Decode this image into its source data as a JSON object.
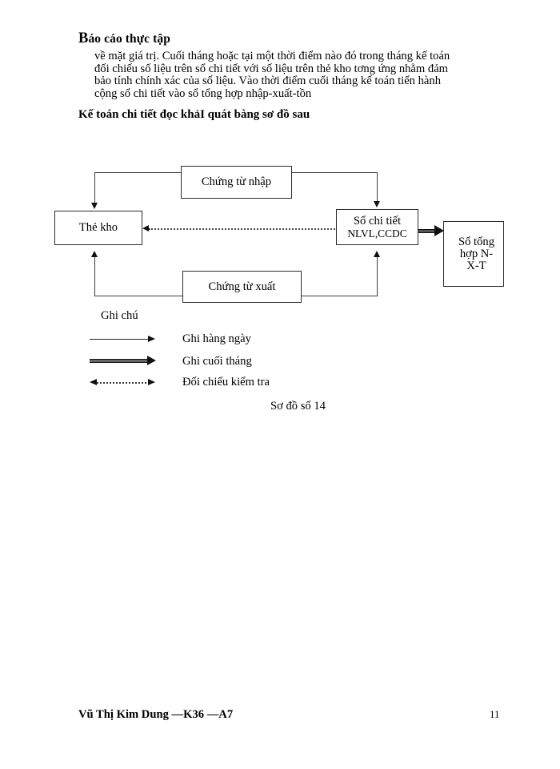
{
  "document": {
    "title_dropcap": "B",
    "title_rest": "áo cáo thực tập",
    "paragraph_lines": [
      "về mặt giá trị. Cuối tháng hoặc tại một thời điểm nào đó trong tháng kế toán",
      "đối chiếu số liệu trên sổ chi tiết với số liệu trên thẻ kho tơng   ứng nhằm đảm",
      "bảo tính chính xác của số liệu. Vào thời điểm cuối tháng kế toán tiến hành",
      "cộng sổ chi tiết vào sổ tổng hợp nhập-xuất-tồn"
    ],
    "subheading": "Kế toán chi tiết đọc   khảI quát bàng sơ đồ sau"
  },
  "diagram": {
    "boxes": {
      "chung_tu_nhap": "Chứng từ nhập",
      "the_kho": "Thẻ kho",
      "so_chi_tiet_line1": "Sổ chi tiết",
      "so_chi_tiet_line2": "NLVL,CCDC",
      "so_tong_hop_line1": "Sổ tổng",
      "so_tong_hop_line2": "hợp N-",
      "so_tong_hop_line3": "X-T",
      "chung_tu_xuat": "Chứng từ xuất"
    },
    "caption": "Sơ đồ số 14"
  },
  "legend": {
    "title": "Ghi chú",
    "items": [
      {
        "label": "Ghi hàng ngày",
        "style": "thin-arrow"
      },
      {
        "label": "Ghi cuối tháng",
        "style": "thick-arrow"
      },
      {
        "label": "Đối chiếu kiểm tra",
        "style": "dotted-double-arrow"
      }
    ]
  },
  "footer": {
    "author": "Vũ Thị Kim Dung —K36 —A7",
    "page_number": "11"
  },
  "colors": {
    "ink": "#000000",
    "line": "#3a3a3a",
    "paper": "#ffffff"
  }
}
